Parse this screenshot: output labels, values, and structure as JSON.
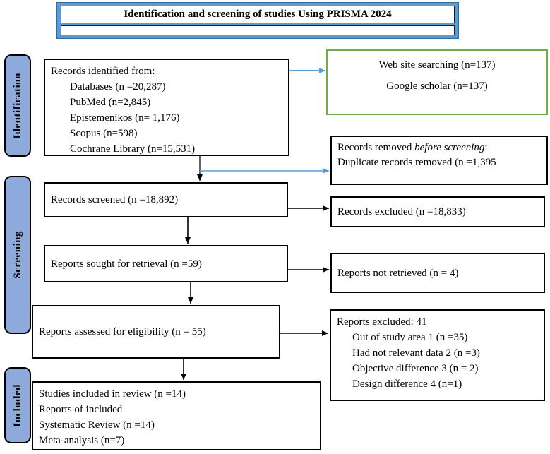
{
  "colors": {
    "accent_blue": "#5B9BD5",
    "stage_label_fill": "#8EAADB",
    "green_border": "#70AD47",
    "box_border": "#000000",
    "arrow_black": "#000000",
    "arrow_gray": "#404040"
  },
  "title": {
    "text": "Identification and screening of studies Using PRISMA 2024"
  },
  "stages": {
    "identification": "Identification",
    "screening": "Screening",
    "included": "Included"
  },
  "boxes": {
    "records_identified": {
      "heading": "Records identified from:",
      "items": [
        "Databases (n =20,287)",
        "PubMed (n=2,845)",
        "Epistemenikos (n= 1,176)",
        "Scopus (n=598)",
        "Cochrane Library (n=15,531)"
      ]
    },
    "web_searching": {
      "lines": [
        "Web site searching (n=137)",
        "Google scholar (n=137)"
      ]
    },
    "records_removed": {
      "prefix": "Records removed ",
      "italic": "before screening",
      "suffix": ":",
      "line2": "Duplicate records removed (n =1,395"
    },
    "records_screened": {
      "text": "Records screened (n =18,892)"
    },
    "records_excluded": {
      "text": "Records excluded (n =18,833)"
    },
    "reports_sought": {
      "text": "Reports sought for retrieval (n =59)"
    },
    "reports_not_retrieved": {
      "text": "Reports not retrieved (n = 4)"
    },
    "reports_assessed": {
      "text": "Reports assessed for eligibility (n = 55)"
    },
    "reports_excluded": {
      "heading": "Reports excluded: 41",
      "items": [
        "Out of study area 1 (n =35)",
        "Had not relevant data 2 (n =3)",
        "Objective difference 3 (n = 2)",
        "Design difference 4 (n=1)"
      ]
    },
    "included": {
      "lines": [
        "Studies included in review (n =14)",
        "Reports of included",
        "Systematic Review (n =14)",
        "Meta-analysis (n=7)"
      ]
    }
  }
}
